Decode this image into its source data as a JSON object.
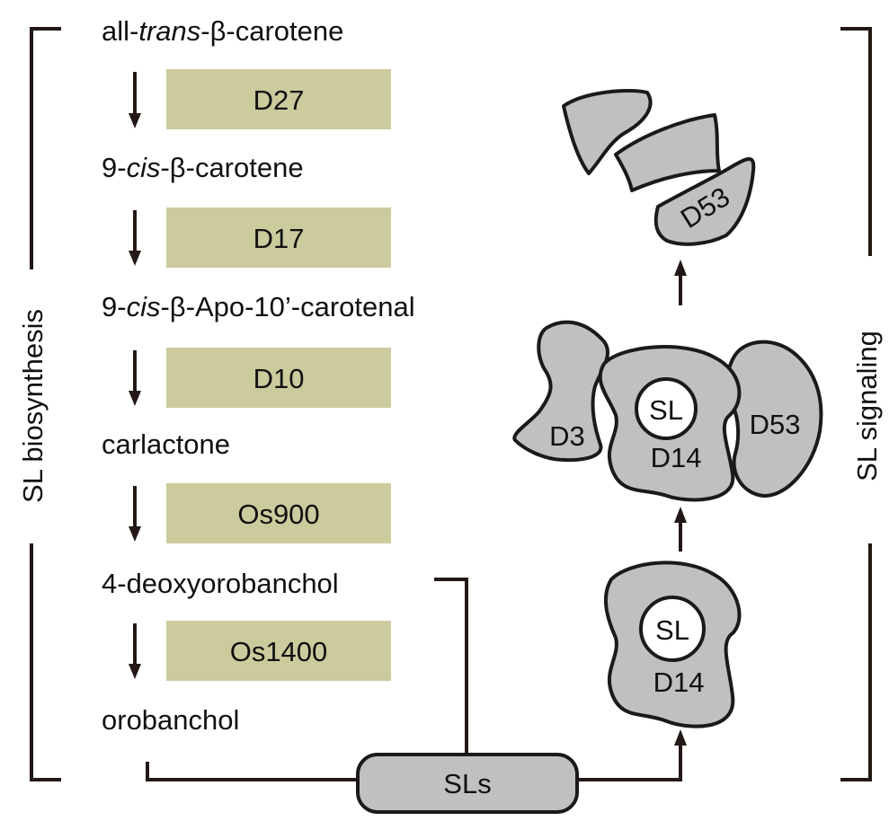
{
  "biosynthesis": {
    "section_label": "SL biosynthesis",
    "compounds": [
      {
        "pre": "all-",
        "ital": "trans",
        "post": "-β-carotene"
      },
      {
        "pre": "9-",
        "ital": "cis",
        "post": "-β-carotene"
      },
      {
        "pre": "9-",
        "ital": "cis",
        "post": "-β-Apo-10’-carotenal"
      },
      {
        "pre": "carlactone",
        "ital": "",
        "post": ""
      },
      {
        "pre": "4-deoxyorobanchol",
        "ital": "",
        "post": ""
      },
      {
        "pre": "orobanchol",
        "ital": "",
        "post": ""
      }
    ],
    "enzymes": [
      "D27",
      "D17",
      "D10",
      "Os900",
      "Os1400"
    ]
  },
  "signaling": {
    "section_label": "SL signaling",
    "sls_box": "SLs",
    "bound_complex": {
      "ligand": "SL",
      "receptor": "D14"
    },
    "full_complex": {
      "f_box": "D3",
      "ligand": "SL",
      "receptor": "D14",
      "repressor": "D53"
    },
    "degraded": {
      "fragment_label": "D53"
    }
  },
  "colors": {
    "enzyme_box": "#cccb9d",
    "protein_fill": "#c0c0c0",
    "line": "#231815",
    "ligand_fill": "#ffffff"
  }
}
